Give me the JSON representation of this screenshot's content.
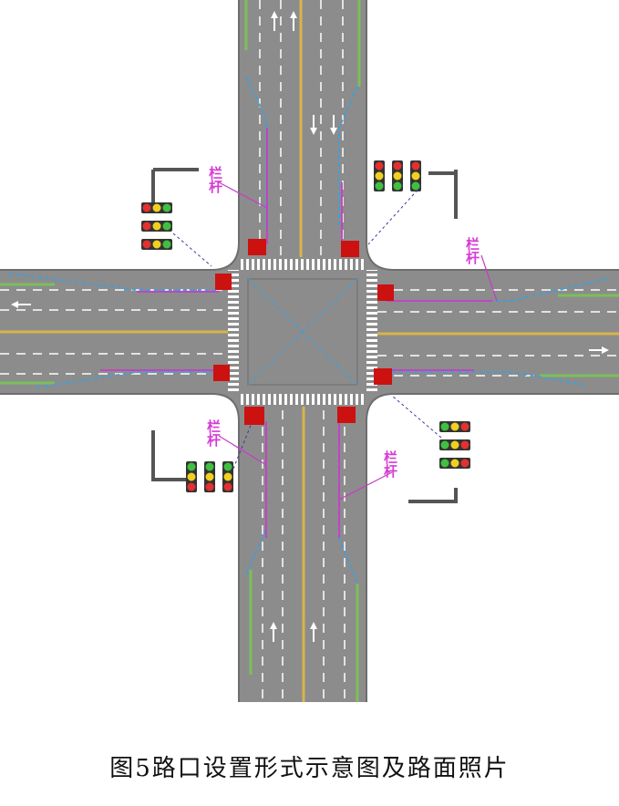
{
  "caption": "图5路口设置形式示意图及路面照片",
  "labels": {
    "nw": "栏杆",
    "ne": "栏杆",
    "sw": "栏杆",
    "se": "栏杆"
  },
  "colors": {
    "road": "#8c8c8c",
    "road_edge": "#6e6e6e",
    "center_line": "#d8b44a",
    "lane_line": "#ffffff",
    "green_median": "#7bbf5a",
    "barrier": "#c83cc8",
    "pedestrian_guide": "#3aa0e0",
    "signal_pole": "#555555",
    "red_marker": "#cc1111"
  },
  "icons": [
    "traffic-light-icon",
    "lane-arrow-icon",
    "crosswalk-icon"
  ]
}
